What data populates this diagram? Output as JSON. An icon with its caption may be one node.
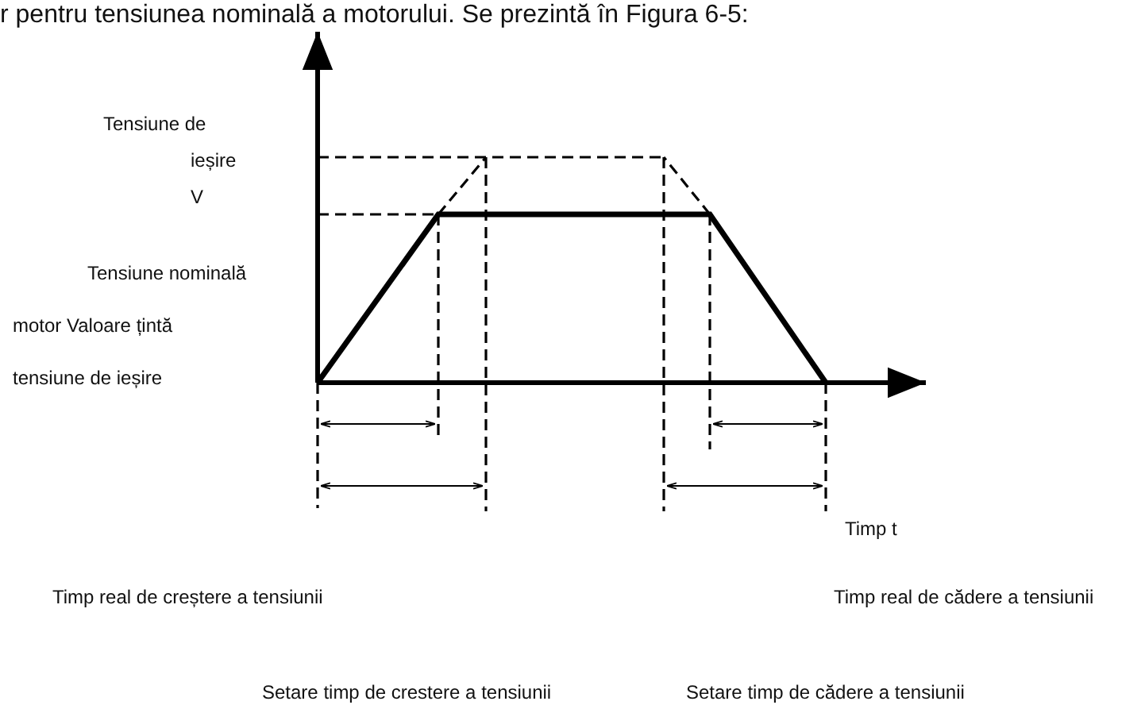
{
  "diagram": {
    "labels": [
      "r pentru tensiunea nominală a motorului. Se prezintă în Figura 6-5:",
      "Tensiune de",
      "ieșire",
      "V",
      "Tensiune nominală",
      "motor Valoare țintă",
      "tensiune de ieșire",
      "Timp t",
      "Timp real de creștere a tensiunii",
      "Timp real de cădere a tensiunii",
      "Setare timp de crestere a tensiunii",
      "Setare timp de cădere a tensiunii"
    ]
  }
}
